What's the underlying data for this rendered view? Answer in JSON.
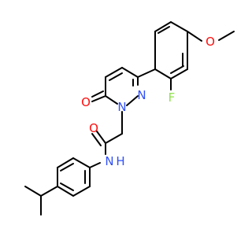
{
  "diagram": {
    "type": "chemical-structure",
    "colors": {
      "bond": "#000000",
      "nitrogen": "#3050F8",
      "oxygen": "#FF0D0D",
      "fluorine": "#90E050",
      "background": "#FFFFFF"
    }
  },
  "atoms": {
    "o_methoxy": "O",
    "f": "F",
    "n_ring_2": "N",
    "n_ring_1": "N",
    "o_ketone": "O",
    "o_amide": "O",
    "n_amide": "N",
    "h_amide": "H"
  }
}
